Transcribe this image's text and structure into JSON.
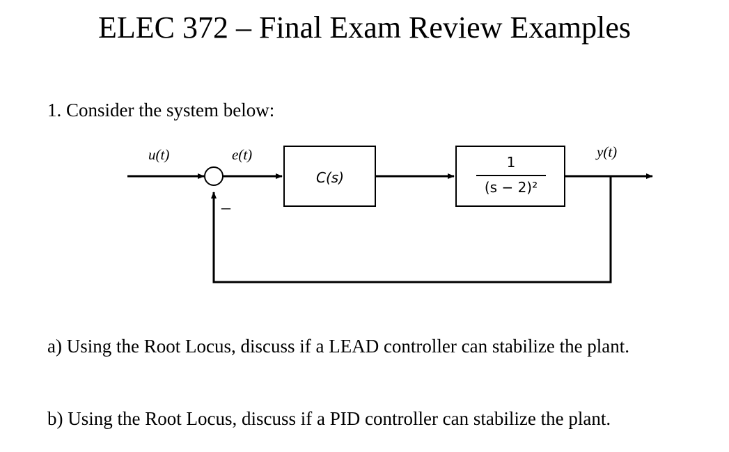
{
  "title": "ELEC 372 – Final Exam Review Examples",
  "question": {
    "number": "1.",
    "text": "Consider the system below:"
  },
  "diagram": {
    "input_label": "u(t)",
    "error_label": "e(t)",
    "output_label": "y(t)",
    "feedback_sign": "–",
    "controller_label": "C(s)",
    "plant_numerator": "1",
    "plant_denominator": "(s − 2)²"
  },
  "parts": [
    {
      "label": "a)",
      "text": "Using the Root Locus, discuss if a LEAD controller can stabilize the plant."
    },
    {
      "label": "b)",
      "text": "Using the Root Locus, discuss if a PID controller can stabilize the plant."
    }
  ]
}
